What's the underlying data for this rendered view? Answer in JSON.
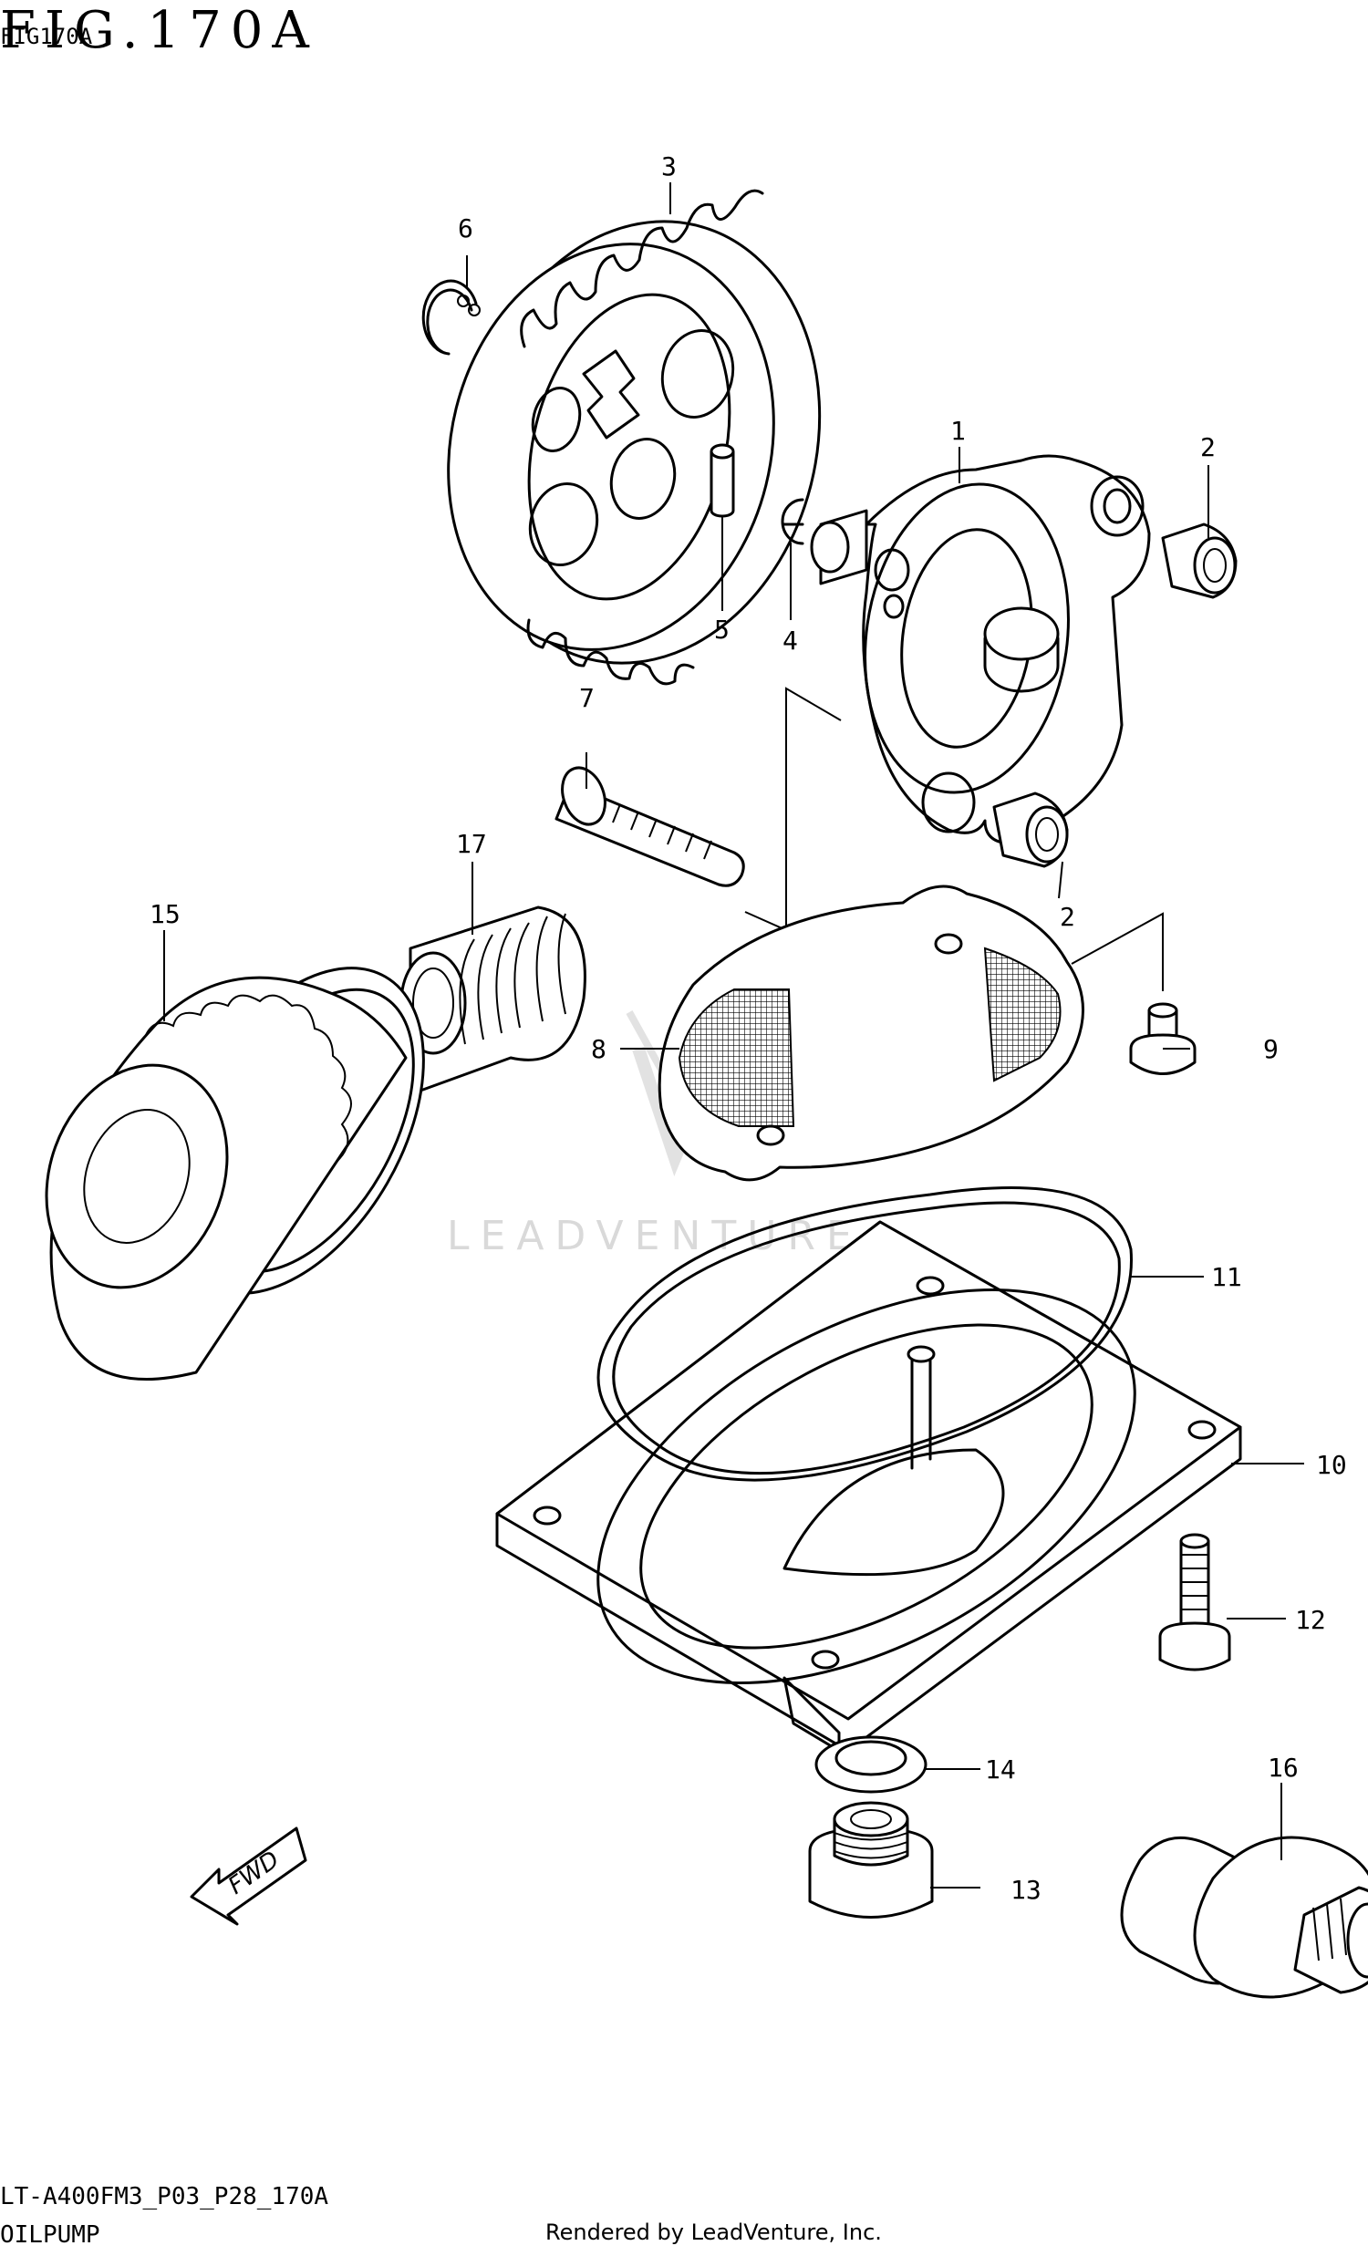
{
  "header": {
    "figure_title": "FIG.170A",
    "figure_code": "FIG170A"
  },
  "footer": {
    "model_code": "LT-A400FM3_P03_P28_170A",
    "section_title": "OILPUMP",
    "rendered_by": "Rendered by LeadVenture, Inc."
  },
  "watermark": {
    "text": "LEADVENTURE"
  },
  "fwd_label": "FWD",
  "callouts": [
    "1",
    "2",
    "2",
    "3",
    "4",
    "5",
    "6",
    "7",
    "8",
    "9",
    "10",
    "11",
    "12",
    "13",
    "14",
    "15",
    "16",
    "17"
  ]
}
